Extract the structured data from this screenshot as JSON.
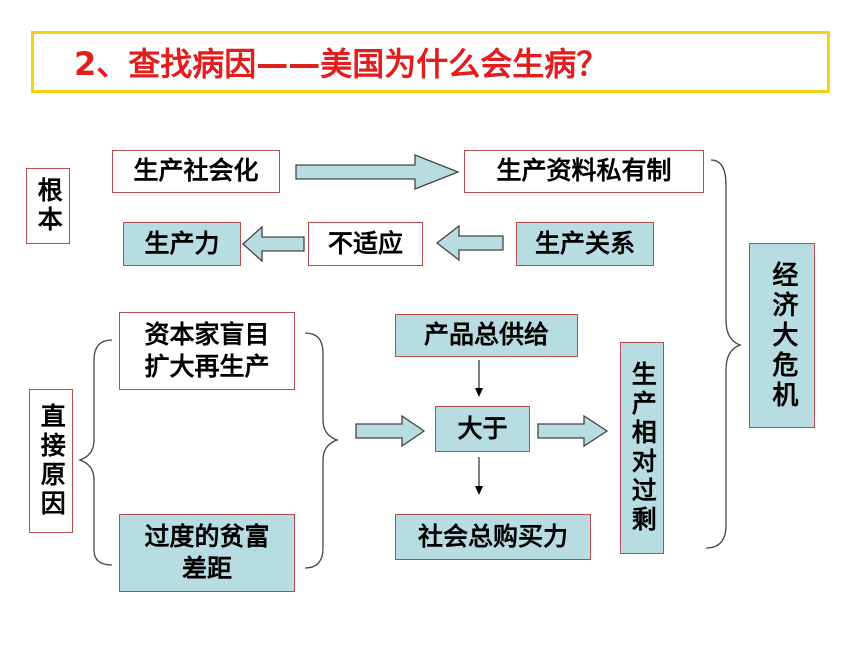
{
  "title": "2、查找病因——美国为什么会生病？",
  "labels": {
    "genben": "根本",
    "zhijie": "直接原因",
    "jingji": "经济大危机"
  },
  "boxes": {
    "shengchan_shehuihua": "生产社会化",
    "ziliao_siyouzhi": "生产资料私有制",
    "shengchanli": "生产力",
    "bushiying": "不适应",
    "shengchan_guanxi": "生产关系",
    "zibenjia_line1": "资本家盲目",
    "zibenjia_line2": "扩大再生产",
    "pinfu_line1": "过度的贫富",
    "pinfu_line2": "差距",
    "zonggongji": "产品总供给",
    "dayu": "大于",
    "goumaili": "社会总购买力",
    "xiangdui_guosheng": "生产相对过剩"
  }
}
